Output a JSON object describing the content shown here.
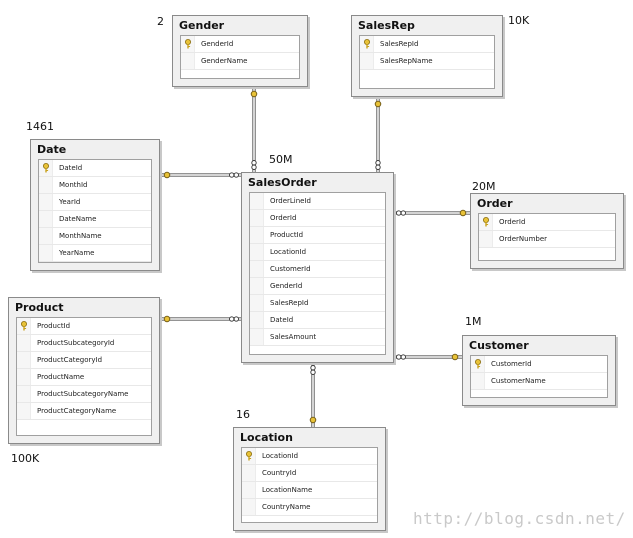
{
  "tables": [
    {
      "id": "gender",
      "name": "Gender",
      "count": "2",
      "columns": [
        {
          "name": "GenderId",
          "key": true
        },
        {
          "name": "GenderName",
          "key": false
        }
      ]
    },
    {
      "id": "salesrep",
      "name": "SalesRep",
      "count": "10K",
      "columns": [
        {
          "name": "SalesRepId",
          "key": true
        },
        {
          "name": "SalesRepName",
          "key": false
        }
      ]
    },
    {
      "id": "date",
      "name": "Date",
      "count": "1461",
      "columns": [
        {
          "name": "DateId",
          "key": true
        },
        {
          "name": "MonthId",
          "key": false
        },
        {
          "name": "YearId",
          "key": false
        },
        {
          "name": "DateName",
          "key": false
        },
        {
          "name": "MonthName",
          "key": false
        },
        {
          "name": "YearName",
          "key": false
        }
      ]
    },
    {
      "id": "salesorder",
      "name": "SalesOrder",
      "count": "50M",
      "columns": [
        {
          "name": "OrderLineId",
          "key": false
        },
        {
          "name": "OrderId",
          "key": false
        },
        {
          "name": "ProductId",
          "key": false
        },
        {
          "name": "LocationId",
          "key": false
        },
        {
          "name": "CustomerId",
          "key": false
        },
        {
          "name": "GenderId",
          "key": false
        },
        {
          "name": "SalesRepId",
          "key": false
        },
        {
          "name": "DateId",
          "key": false
        },
        {
          "name": "SalesAmount",
          "key": false
        }
      ]
    },
    {
      "id": "order",
      "name": "Order",
      "count": "20M",
      "columns": [
        {
          "name": "OrderId",
          "key": true
        },
        {
          "name": "OrderNumber",
          "key": false
        }
      ]
    },
    {
      "id": "product",
      "name": "Product",
      "count": "100K",
      "columns": [
        {
          "name": "ProductId",
          "key": true
        },
        {
          "name": "ProductSubcategoryId",
          "key": false
        },
        {
          "name": "ProductCategoryId",
          "key": false
        },
        {
          "name": "ProductName",
          "key": false
        },
        {
          "name": "ProductSubcategoryName",
          "key": false
        },
        {
          "name": "ProductCategoryName",
          "key": false
        }
      ]
    },
    {
      "id": "customer",
      "name": "Customer",
      "count": "1M",
      "columns": [
        {
          "name": "CustomerId",
          "key": true
        },
        {
          "name": "CustomerName",
          "key": false
        }
      ]
    },
    {
      "id": "location",
      "name": "Location",
      "count": "16",
      "columns": [
        {
          "name": "LocationId",
          "key": true
        },
        {
          "name": "CountryId",
          "key": false
        },
        {
          "name": "LocationName",
          "key": false
        },
        {
          "name": "CountryName",
          "key": false
        }
      ]
    }
  ],
  "relationships": [
    {
      "from": "salesorder",
      "to": "gender"
    },
    {
      "from": "salesorder",
      "to": "salesrep"
    },
    {
      "from": "salesorder",
      "to": "date"
    },
    {
      "from": "salesorder",
      "to": "order"
    },
    {
      "from": "salesorder",
      "to": "product"
    },
    {
      "from": "salesorder",
      "to": "customer"
    },
    {
      "from": "salesorder",
      "to": "location"
    }
  ],
  "watermark": "http://blog.csdn.net/"
}
